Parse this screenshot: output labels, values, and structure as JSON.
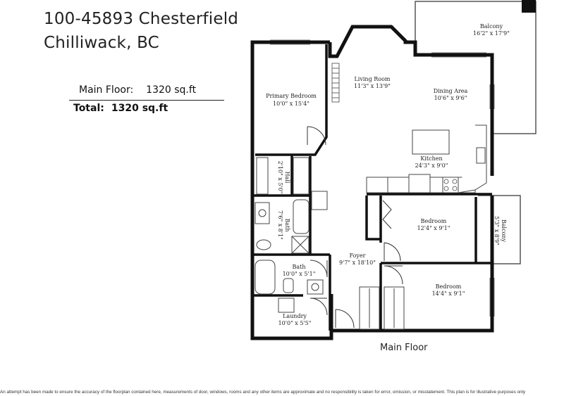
{
  "header": {
    "address_line1": "100-45893 Chesterfield",
    "address_line2": "Chilliwack, BC"
  },
  "areas": {
    "main_floor_label": "Main Floor:",
    "main_floor_value": "1320 sq.ft",
    "total_label": "Total:",
    "total_value": "1320 sq.ft"
  },
  "rooms": {
    "primary_bedroom": {
      "name": "Primary Bedroom",
      "dims": "10'0\" x 15'4\""
    },
    "living_room": {
      "name": "Living Room",
      "dims": "11'3\" x 13'9\""
    },
    "dining_area": {
      "name": "Dining Area",
      "dims": "10'6\" x 9'6\""
    },
    "balcony_large": {
      "name": "Balcony",
      "dims": "16'2\" x 17'9\""
    },
    "kitchen": {
      "name": "Kitchen",
      "dims": "24'3\" x 9'0\""
    },
    "hall": {
      "name": "Hall",
      "dims": "2'10\" x 5'0\""
    },
    "bath_ensuite": {
      "name": "Bath",
      "dims": "7'6\" x 8'1\""
    },
    "bedroom_1": {
      "name": "Bedroom",
      "dims": "12'4\" x 9'1\""
    },
    "balcony_small": {
      "name": "Balcony",
      "dims": "5'3\" x 8'9\""
    },
    "foyer": {
      "name": "Foyer",
      "dims": "9'7\" x 18'10\""
    },
    "bath_main": {
      "name": "Bath",
      "dims": "10'0\" x 5'1\""
    },
    "bedroom_2": {
      "name": "Bedroom",
      "dims": "14'4\" x 9'1\""
    },
    "laundry": {
      "name": "Laundry",
      "dims": "10'0\" x 5'5\""
    }
  },
  "floor_label": "Main Floor",
  "disclaimer": "An attempt has been made to ensure the accuracy of the floorplan contained here, measurements of door, windows, rooms and any other items are approximate and no responsibility is taken for error, omission, or misstatement. This plan is for illustrative purposes only",
  "colors": {
    "wall": "#111111",
    "line": "#555555",
    "background": "#ffffff"
  }
}
